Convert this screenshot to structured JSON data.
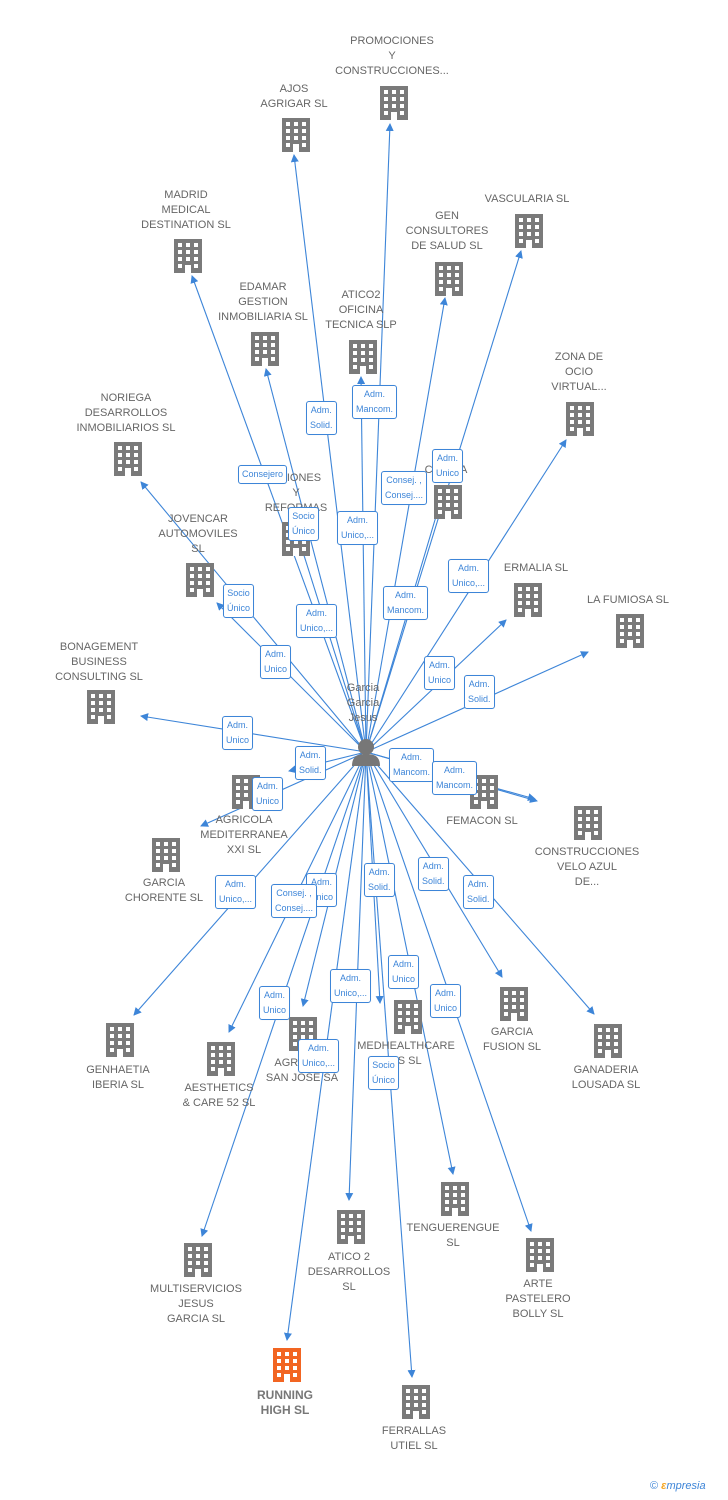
{
  "person": {
    "name": "Garcia\nGarcia\nJesus"
  },
  "colors": {
    "link": "#3d85d8",
    "building": "#7a7a7a",
    "highlight": "#f26522",
    "label": "#666666"
  },
  "companies": [
    {
      "id": "promociones",
      "name": "PROMOCIONES\nY\nCONSTRUCCIONES..."
    },
    {
      "id": "ajos",
      "name": "AJOS\nAGRIGAR  SL"
    },
    {
      "id": "madrid",
      "name": "MADRID\nMEDICAL\nDESTINATION SL"
    },
    {
      "id": "vascularia",
      "name": "VASCULARIA SL"
    },
    {
      "id": "gen",
      "name": "GEN\nCONSULTORES\nDE SALUD SL"
    },
    {
      "id": "edamar",
      "name": "EDAMAR\nGESTION\nINMOBILIARIA SL"
    },
    {
      "id": "atico2oficina",
      "name": "ATICO2\nOFICINA\nTECNICA  SLP"
    },
    {
      "id": "zona",
      "name": "ZONA DE\nOCIO\nVIRTUAL..."
    },
    {
      "id": "noriega",
      "name": "NORIEGA\nDESARROLLOS\nINMOBILIARIOS SL"
    },
    {
      "id": "construcciones",
      "name": "CCIONES\nY\nREFORMAS"
    },
    {
      "id": "conca",
      "name": "CON      CA"
    },
    {
      "id": "jovencar",
      "name": "JOVENCAR\nAUTOMOVILES\nSL"
    },
    {
      "id": "termalia",
      "name": "ERMALIA SL"
    },
    {
      "id": "fumiosa",
      "name": "LA FUMIOSA  SL"
    },
    {
      "id": "bonagement",
      "name": "BONAGEMENT\nBUSINESS\nCONSULTING SL"
    },
    {
      "id": "agricola",
      "name": "AGRICOLA\nMEDITERRANEA\nXXI  SL"
    },
    {
      "id": "femacon",
      "name": "FEMACON SL"
    },
    {
      "id": "velo",
      "name": "CONSTRUCCIONES\nVELO AZUL\nDE..."
    },
    {
      "id": "chorente",
      "name": "GARCIA\nCHORENTE SL"
    },
    {
      "id": "genhaetia",
      "name": "GENHAETIA\nIBERIA  SL"
    },
    {
      "id": "aesthetics",
      "name": "AESTHETICS\n& CARE 52  SL"
    },
    {
      "id": "agroal",
      "name": "AGROAL          A\nSAN JOSE SA"
    },
    {
      "id": "medhealth",
      "name": "MEDHEALTHCARE\n       ES  SL"
    },
    {
      "id": "fusion",
      "name": "GARCIA\nFUSION SL"
    },
    {
      "id": "lousada",
      "name": "GANADERIA\nLOUSADA  SL"
    },
    {
      "id": "multiservicios",
      "name": "MULTISERVICIOS\nJESUS\nGARCIA  SL"
    },
    {
      "id": "atico2des",
      "name": "ATICO 2\nDESARROLLOS\nSL"
    },
    {
      "id": "tenguerengue",
      "name": "TENGUERENGUE\nSL"
    },
    {
      "id": "arte",
      "name": "ARTE\nPASTELERO\nBOLLY SL"
    },
    {
      "id": "running",
      "name": "RUNNING\nHIGH  SL",
      "highlight": true
    },
    {
      "id": "ferrallas",
      "name": "FERRALLAS\nUTIEL  SL"
    }
  ],
  "roles": [
    {
      "id": "r1",
      "text": "Adm.\nSolid."
    },
    {
      "id": "r2",
      "text": "Adm.\nMancom."
    },
    {
      "id": "r3",
      "text": "Consejero"
    },
    {
      "id": "r4",
      "text": "Adm.\nUnico"
    },
    {
      "id": "r5",
      "text": "Consej. ,\nConsej...."
    },
    {
      "id": "r6",
      "text": "Socio\nÚnico"
    },
    {
      "id": "r7",
      "text": "Adm.\nUnico,..."
    },
    {
      "id": "r8",
      "text": "Socio\nÚnico"
    },
    {
      "id": "r9",
      "text": "Adm.\nUnico,..."
    },
    {
      "id": "r10",
      "text": "Adm.\nMancom."
    },
    {
      "id": "r11",
      "text": "Adm.\nUnico,..."
    },
    {
      "id": "r12",
      "text": "Adm.\nUnico"
    },
    {
      "id": "r13",
      "text": "Adm.\nUnico"
    },
    {
      "id": "r14",
      "text": "Adm.\nSolid."
    },
    {
      "id": "r15",
      "text": "Adm.\nUnico"
    },
    {
      "id": "r16",
      "text": "Adm.\nSolid."
    },
    {
      "id": "r17",
      "text": "Adm.\nMancom."
    },
    {
      "id": "r18",
      "text": "Adm.\nMancom."
    },
    {
      "id": "r19",
      "text": "Adm.\nUnico"
    },
    {
      "id": "r20",
      "text": "Adm.\nUnico,..."
    },
    {
      "id": "r21",
      "text": "Adm.\nUnico"
    },
    {
      "id": "r22",
      "text": "Consej. ,\nConsej...."
    },
    {
      "id": "r23",
      "text": "Adm.\nSolid."
    },
    {
      "id": "r24",
      "text": "Adm.\nSolid."
    },
    {
      "id": "r25",
      "text": "Adm.\nSolid."
    },
    {
      "id": "r26",
      "text": "Adm.\nUnico,..."
    },
    {
      "id": "r27",
      "text": "Adm.\nUnico"
    },
    {
      "id": "r28",
      "text": "Adm.\nUnico"
    },
    {
      "id": "r29",
      "text": "Adm.\nUnico"
    },
    {
      "id": "r30",
      "text": "Adm.\nUnico,..."
    },
    {
      "id": "r31",
      "text": "Socio\nÚnico"
    }
  ],
  "footer": {
    "symbol": "©",
    "brand_initial": "ε",
    "brand_rest": "mpresia"
  }
}
